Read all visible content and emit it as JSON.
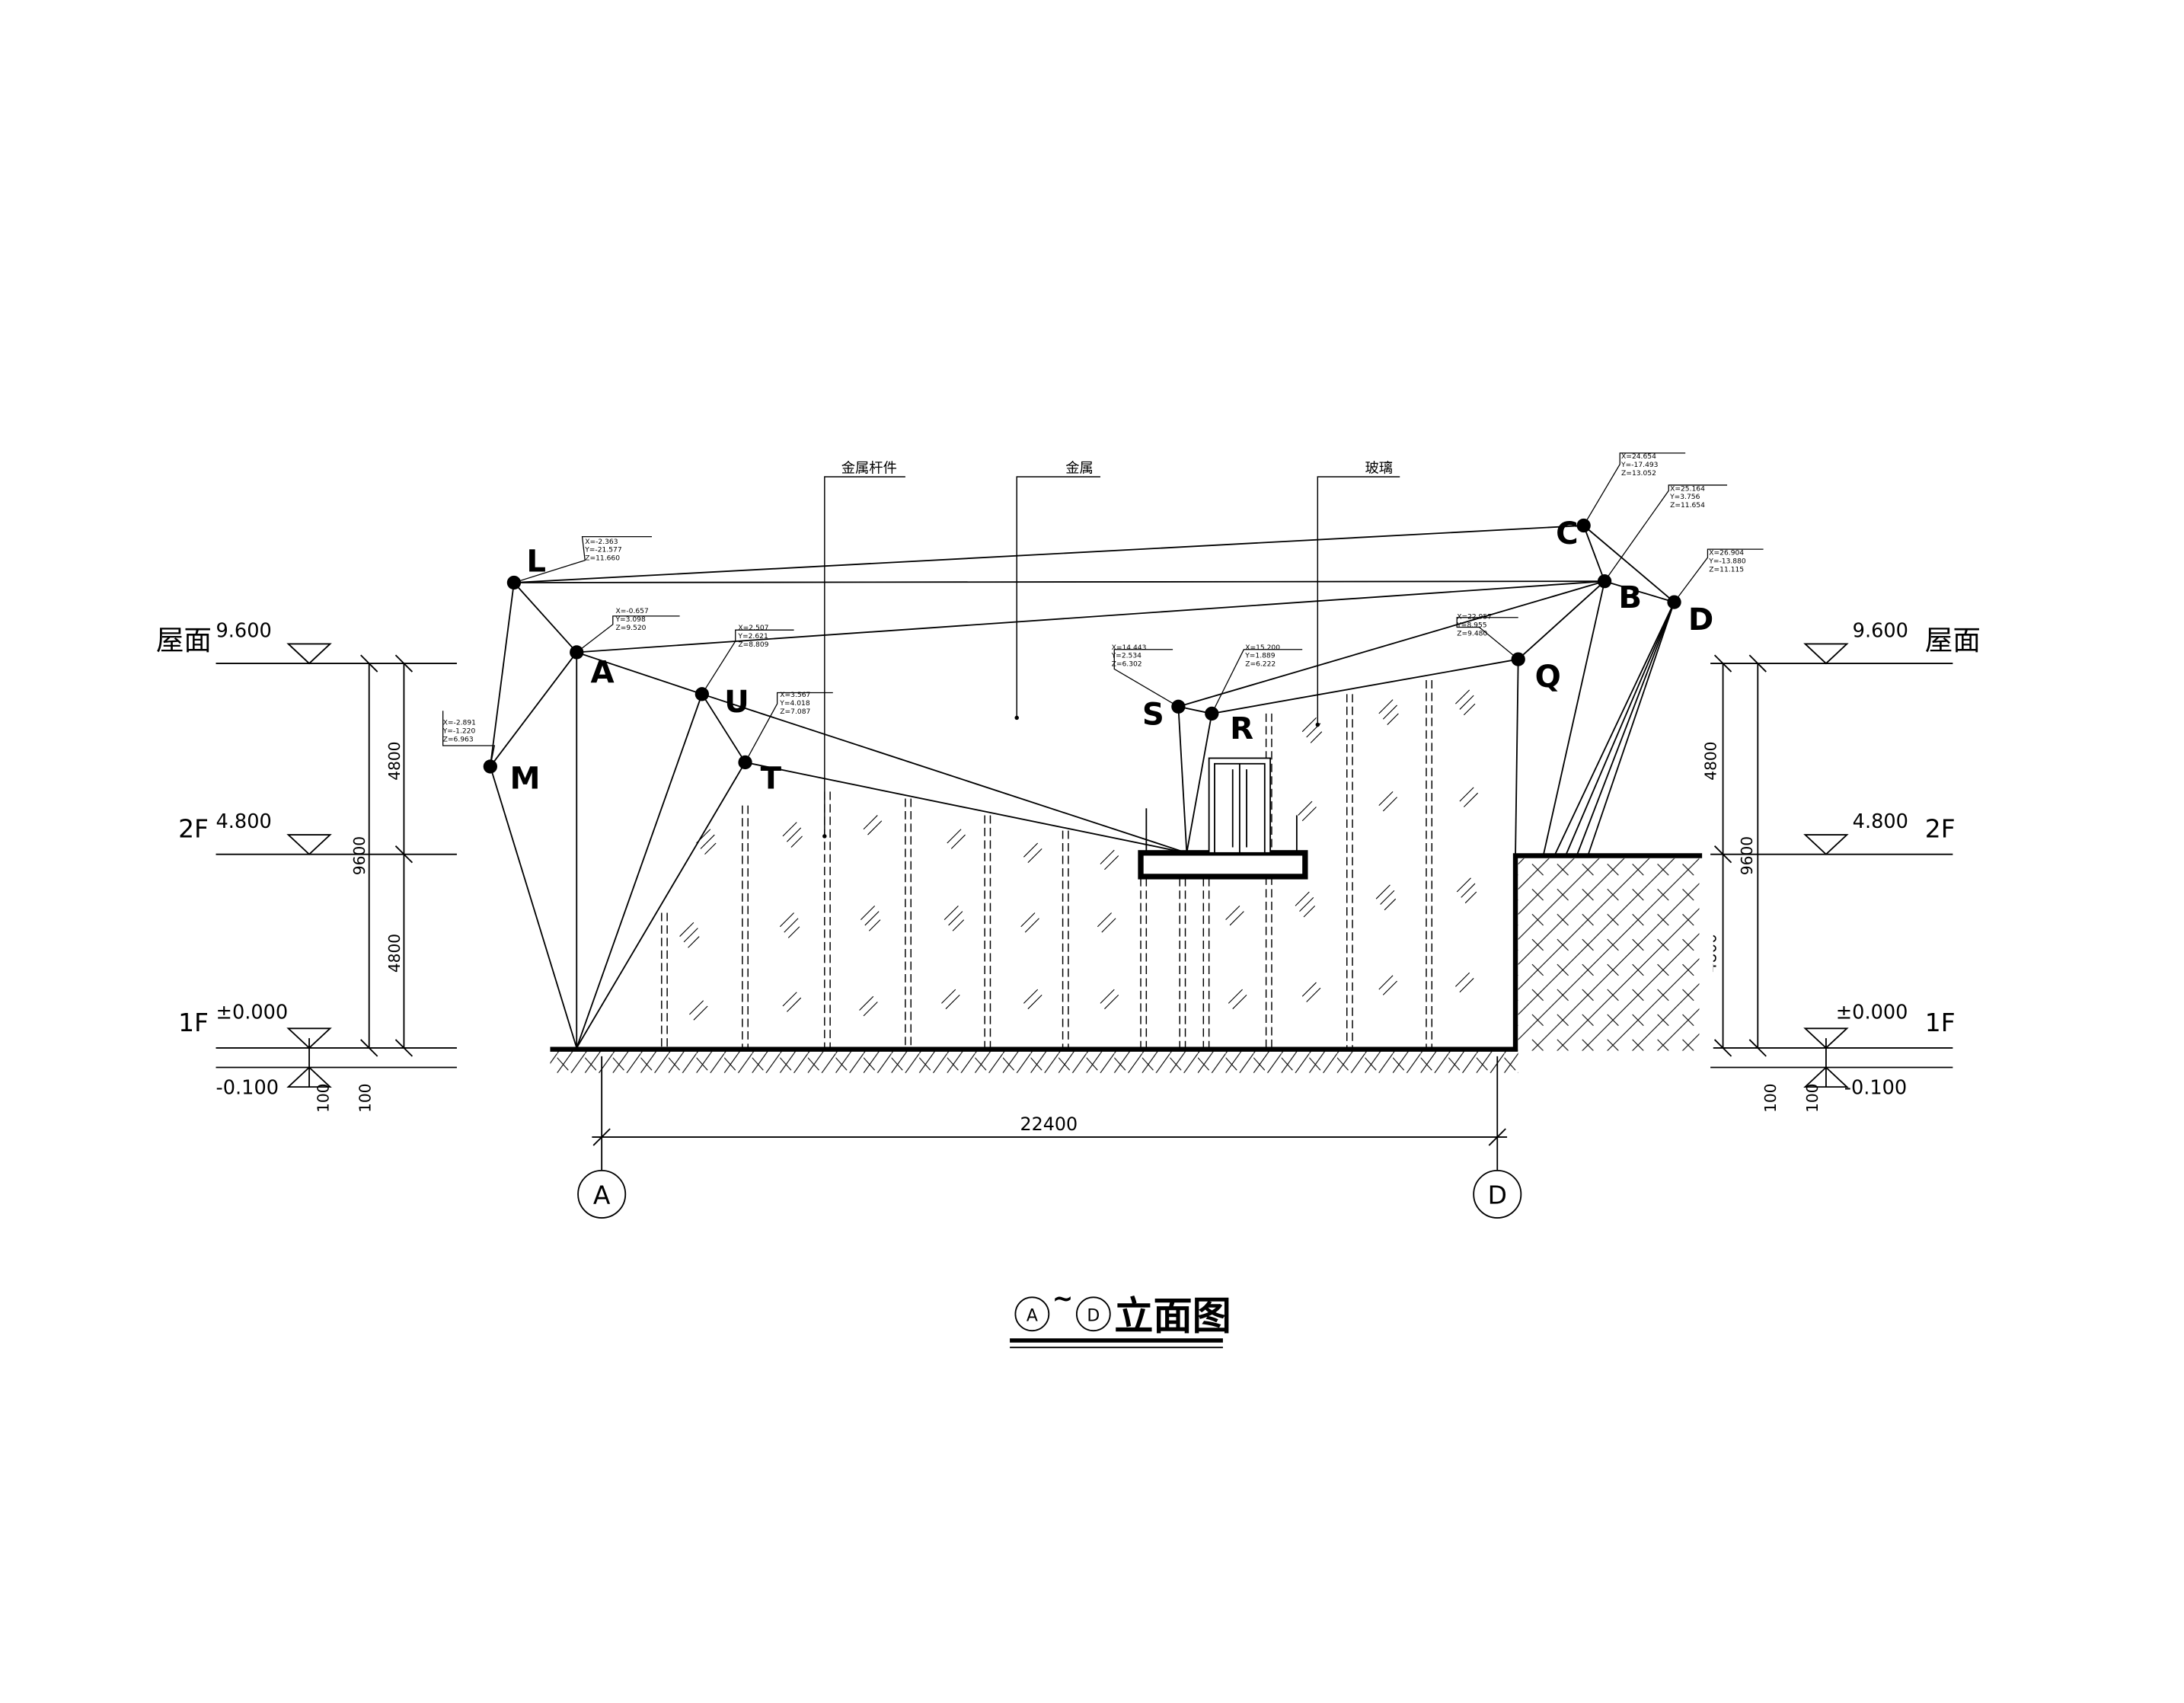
{
  "title": "立面图",
  "title_axes": [
    "A",
    "D"
  ],
  "title_sep": "~",
  "callouts": [
    "金属杆件",
    "金属",
    "玻璃"
  ],
  "dimension": "22400",
  "axes": [
    "A",
    "D"
  ],
  "levels_left": [
    {
      "value": "9.600",
      "name": "屋面"
    },
    {
      "value": "4.800",
      "name": "2F"
    },
    {
      "value": "±0.000",
      "name": "1F"
    },
    {
      "value": "-0.100",
      "name": ""
    }
  ],
  "levels_right": [
    {
      "value": "9.600",
      "name": "屋面"
    },
    {
      "value": "4.800",
      "name": "2F"
    },
    {
      "value": "±0.000",
      "name": "1F"
    },
    {
      "value": "-0.100",
      "name": ""
    }
  ],
  "dims_vertical": {
    "upper": "4800",
    "lower": "4800",
    "total": "9600",
    "small": "100"
  },
  "points": [
    {
      "id": "L",
      "coords": [
        "X=-2.363",
        "Y=-21.577",
        "Z=11.660"
      ]
    },
    {
      "id": "A",
      "coords": [
        "X=-0.657",
        "Y=3.098",
        "Z=9.520"
      ]
    },
    {
      "id": "M",
      "coords": [
        "X=-2.891",
        "Y=-1.220",
        "Z=6.963"
      ]
    },
    {
      "id": "U",
      "coords": [
        "X=2.507",
        "Y=2.621",
        "Z=8.809"
      ]
    },
    {
      "id": "T",
      "coords": [
        "X=3.567",
        "Y=4.018",
        "Z=7.087"
      ]
    },
    {
      "id": "S",
      "coords": [
        "X=14.443",
        "Y=2.534",
        "Z=6.302"
      ]
    },
    {
      "id": "R",
      "coords": [
        "X=15.200",
        "Y=1.889",
        "Z=6.222"
      ]
    },
    {
      "id": "Q",
      "coords": [
        "X=22.957",
        "Y=8.955",
        "Z=9.480"
      ]
    },
    {
      "id": "C",
      "coords": [
        "X=24.654",
        "Y=-17.493",
        "Z=13.052"
      ]
    },
    {
      "id": "B",
      "coords": [
        "X=25.164",
        "Y=3.756",
        "Z=11.654"
      ]
    },
    {
      "id": "D",
      "coords": [
        "X=26.904",
        "Y=-13.880",
        "Z=11.115"
      ]
    }
  ]
}
